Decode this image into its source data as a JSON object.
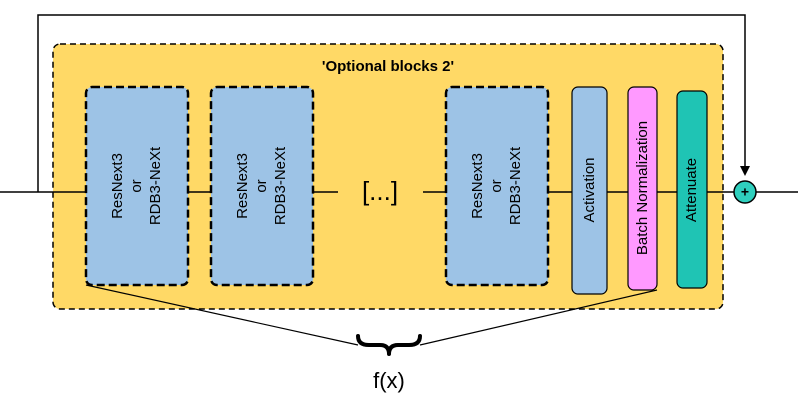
{
  "diagram": {
    "group_title": "'Optional blocks 2'",
    "ellipsis": "[...]",
    "function_label": "f(x)",
    "plus_symbol": "+",
    "blocks": [
      {
        "line1": "ResNext3",
        "line2": "or",
        "line3": "RDB3-NeXt"
      },
      {
        "line1": "ResNext3",
        "line2": "or",
        "line3": "RDB3-NeXt"
      },
      {
        "line1": "ResNext3",
        "line2": "or",
        "line3": "RDB3-NeXt"
      }
    ],
    "layers": [
      {
        "label": "Activation"
      },
      {
        "label": "Batch Normalization"
      },
      {
        "label": "Attenuate"
      }
    ]
  },
  "colors": {
    "group_fill": "#FFD966",
    "block_fill": "#9DC3E6",
    "batchnorm_fill": "#FF99FF",
    "attenuate_fill": "#1FC4B4",
    "plus_fill": "#2FD0BE"
  }
}
